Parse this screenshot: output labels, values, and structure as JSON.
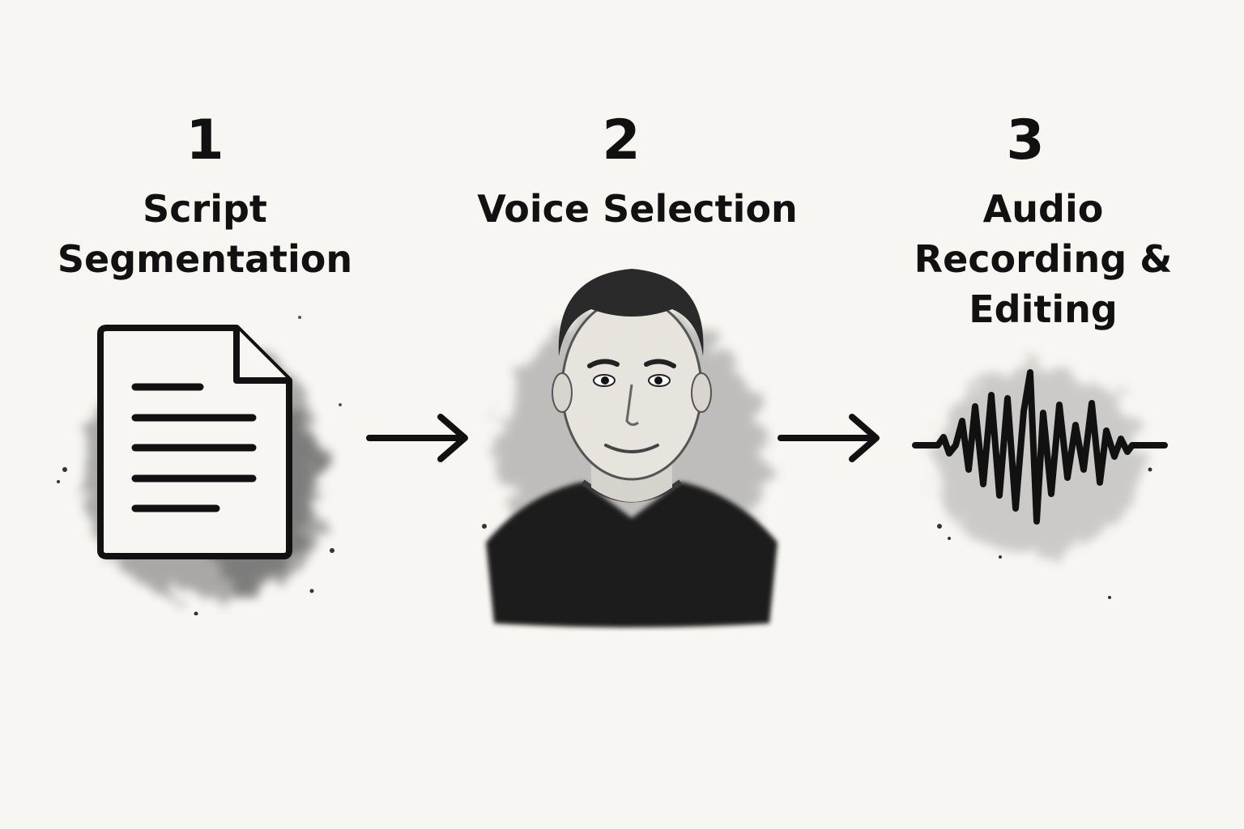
{
  "steps": [
    {
      "number": "1",
      "title": "Script\nSegmentation",
      "icon": "document-icon"
    },
    {
      "number": "2",
      "title": "Voice Selection",
      "icon": "man-portrait"
    },
    {
      "number": "3",
      "title": "Audio\nRecording &\nEditing",
      "icon": "sound-wave-icon"
    }
  ],
  "connectors": [
    {
      "icon": "arrow-right-icon"
    },
    {
      "icon": "arrow-right-icon"
    }
  ],
  "colors": {
    "ink": "#111111",
    "paper": "#f7f6f2",
    "wash": "#5a5a5a"
  }
}
